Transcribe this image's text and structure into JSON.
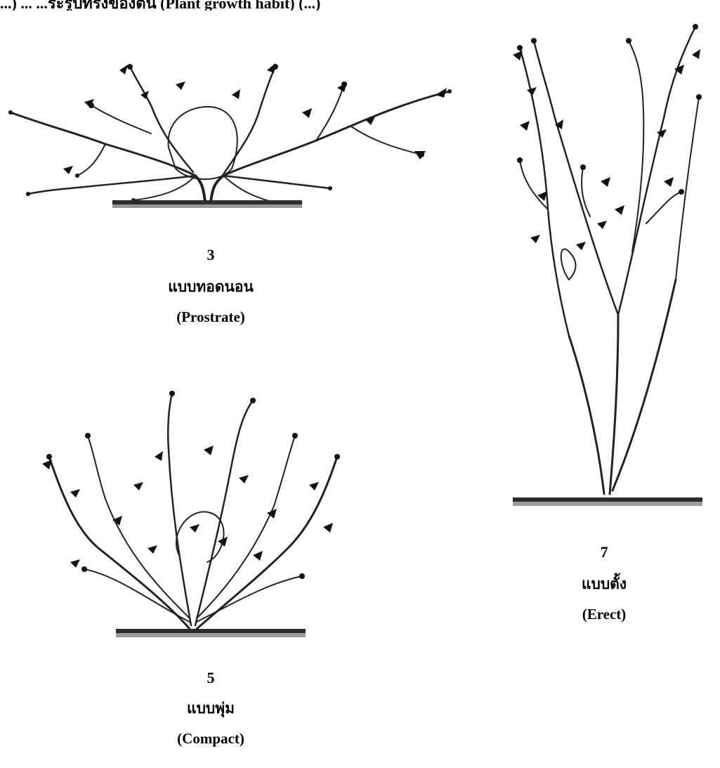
{
  "header": {
    "text": "...) ... ...ระรูปทรงของต้น (Plant growth habit) (...)"
  },
  "habits": [
    {
      "number": "3",
      "thai_label": "แบบทอดนอน",
      "english_label": "(Prostrate)"
    },
    {
      "number": "5",
      "thai_label": "แบบพุ่ม",
      "english_label": "(Compact)"
    },
    {
      "number": "7",
      "thai_label": "แบบตั้ง",
      "english_label": "(Erect)"
    }
  ],
  "colors": {
    "ink": "#000000",
    "ground": "#3a3a3a"
  }
}
